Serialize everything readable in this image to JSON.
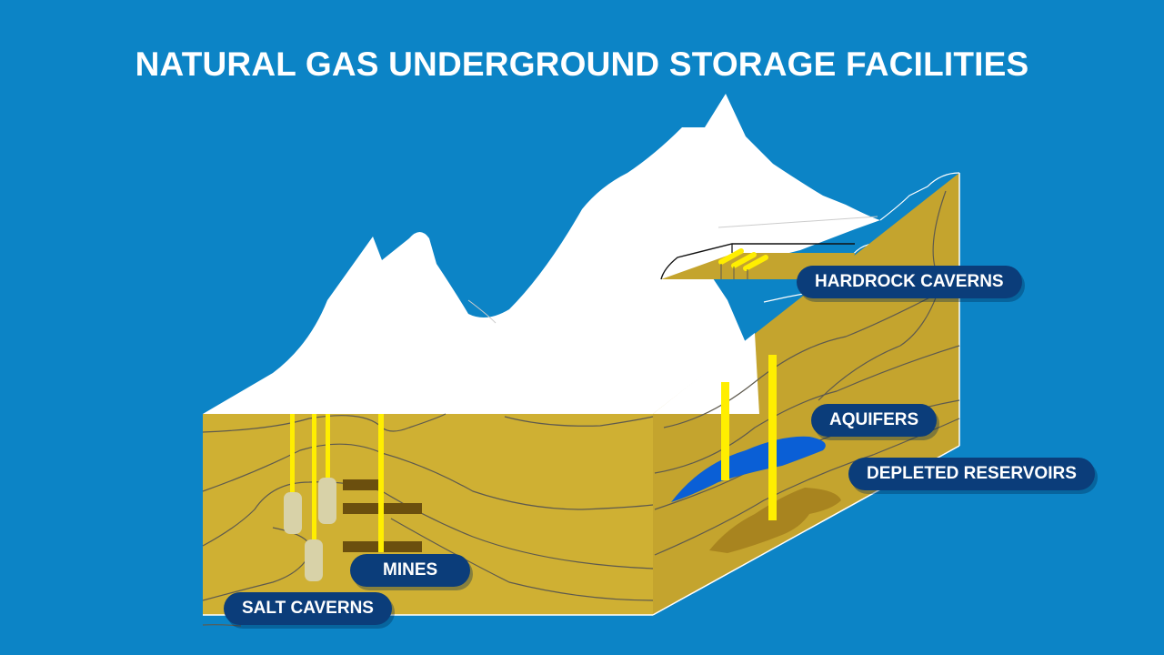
{
  "title": "NATURAL GAS UNDERGROUND STORAGE FACILITIES",
  "colors": {
    "background": "#0c84c6",
    "earth_front": "#cfb033",
    "earth_side": "#c4a42e",
    "strata_line": "#5e5a4e",
    "pipe": "#ffee00",
    "salt_cavern": "#d8d2a8",
    "mine_tunnel": "#6b4f0e",
    "aquifer": "#0a5fd6",
    "depleted_reservoir": "#a8841f",
    "label_bg": "#0b3d7a",
    "label_text": "#ffffff",
    "snow": "#ffffff"
  },
  "labels": {
    "hardrock_caverns": "HARDROCK CAVERNS",
    "aquifers": "AQUIFERS",
    "depleted_reservoirs": "DEPLETED RESERVOIRS",
    "mines": "MINES",
    "salt_caverns": "SALT CAVERNS"
  }
}
